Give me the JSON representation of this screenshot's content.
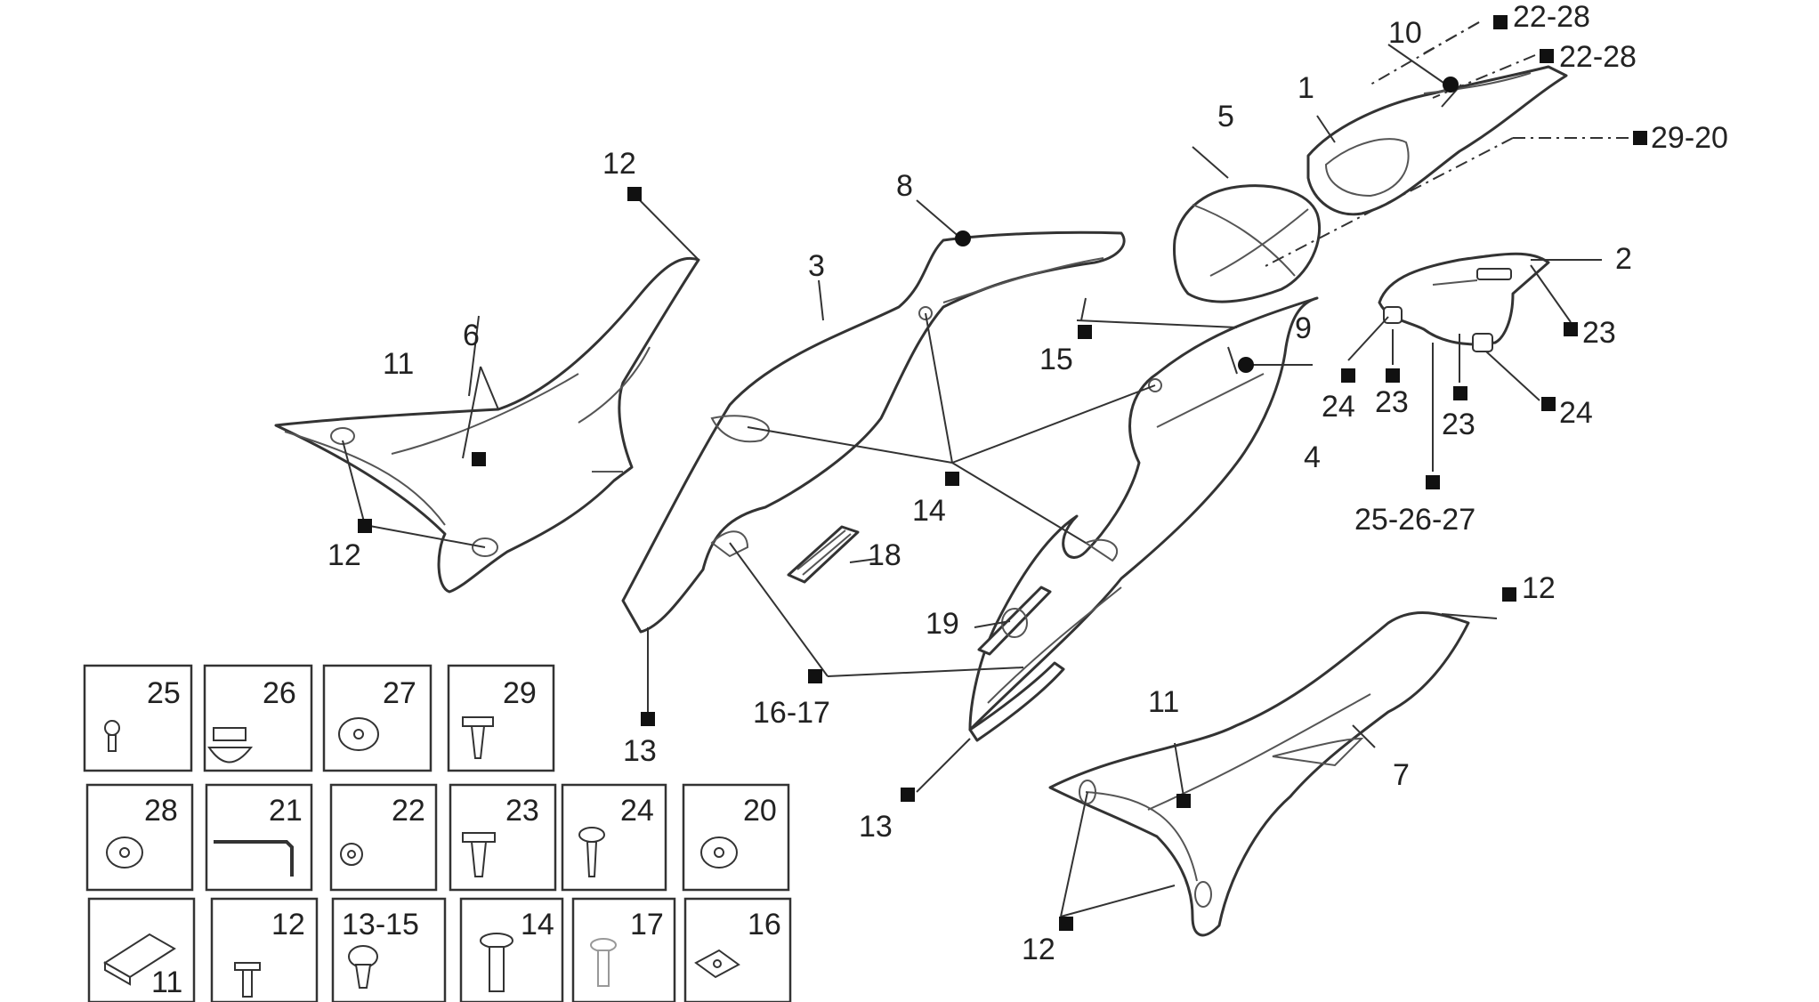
{
  "labels": {
    "l1": "1",
    "l2": "2",
    "l3": "3",
    "l4": "4",
    "l5": "5",
    "l6": "6",
    "l7": "7",
    "l8": "8",
    "l9": "9",
    "l10": "10",
    "l11a": "11",
    "l11b": "11",
    "l12a": "12",
    "l12b": "12",
    "l12c": "12",
    "l12d": "12",
    "l13a": "13",
    "l13b": "13",
    "l14": "14",
    "l15": "15",
    "l1617": "16-17",
    "l18": "18",
    "l19": "19",
    "l2228a": "22-28",
    "l2228b": "22-28",
    "l2920": "29-20",
    "l23a": "23",
    "l23b": "23",
    "l23c": "23",
    "l24a": "24",
    "l24b": "24",
    "l252627": "25-26-27"
  },
  "hardware_grid": [
    [
      "25",
      "26",
      "27",
      "29"
    ],
    [
      "28",
      "21",
      "22",
      "23",
      "24",
      "20"
    ],
    [
      "11",
      "12",
      "13-15",
      "14",
      "17",
      "16"
    ]
  ],
  "colors": {
    "line": "#333333",
    "fill": "#ffffff",
    "marker": "#111111"
  }
}
